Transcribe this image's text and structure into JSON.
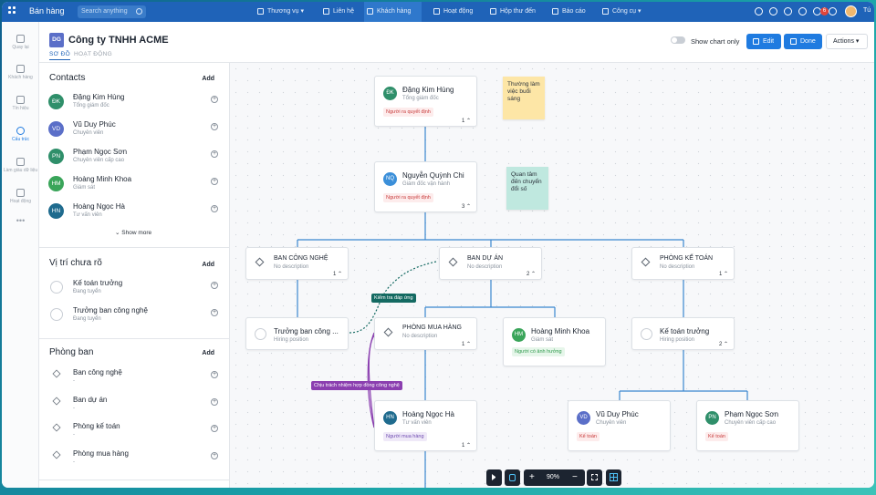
{
  "topbar": {
    "app_name": "Bán hàng",
    "search_placeholder": "Search anything",
    "nav": [
      {
        "label": "Thương vụ",
        "icon": "deal-icon"
      },
      {
        "label": "Liên hệ",
        "icon": "contact-icon"
      },
      {
        "label": "Khách hàng",
        "icon": "customer-icon"
      },
      {
        "label": "Hoạt động",
        "icon": "activity-icon"
      },
      {
        "label": "Hộp thư đến",
        "icon": "inbox-icon"
      },
      {
        "label": "Báo cáo",
        "icon": "report-icon"
      },
      {
        "label": "Công cụ",
        "icon": "tools-icon"
      }
    ],
    "notification_count": "6",
    "user_name": "Tú"
  },
  "rail": [
    {
      "label": "Quay lại"
    },
    {
      "label": "Khách hàng"
    },
    {
      "label": "Tín hiệu"
    },
    {
      "label": "Cấu trúc"
    },
    {
      "label": "Làm giàu dữ liệu"
    },
    {
      "label": "Hoạt động"
    }
  ],
  "header": {
    "logo_text": "DG",
    "title": "Công ty TNHH ACME",
    "tab_active": "SƠ ĐỒ",
    "tab_inactive": "HOẠT ĐỘNG",
    "toggle_label": "Show chart only",
    "edit_label": "Edit",
    "done_label": "Done",
    "actions_label": "Actions"
  },
  "panel": {
    "contacts_title": "Contacts",
    "add_label": "Add",
    "contacts": [
      {
        "initials": "ĐK",
        "name": "Đặng Kim Hùng",
        "role": "Tổng giám đốc",
        "color": "#2f8f6a"
      },
      {
        "initials": "VD",
        "name": "Vũ Duy Phúc",
        "role": "Chuyên viên",
        "color": "#5b6fc8"
      },
      {
        "initials": "PN",
        "name": "Phạm Ngọc Sơn",
        "role": "Chuyên viên cấp cao",
        "color": "#2f8f6a"
      },
      {
        "initials": "HM",
        "name": "Hoàng Minh Khoa",
        "role": "Giám sát",
        "color": "#3aa55a"
      },
      {
        "initials": "HN",
        "name": "Hoàng Ngọc Hà",
        "role": "Tư vấn viên",
        "color": "#1f6b8e"
      }
    ],
    "show_more": "Show more",
    "vacant_title": "Vị trí chưa rõ",
    "vacant": [
      {
        "name": "Kế toán trưởng",
        "status": "Đang tuyển"
      },
      {
        "name": "Trưởng ban công nghệ",
        "status": "Đang tuyển"
      }
    ],
    "dept_title": "Phòng ban",
    "departments": [
      {
        "name": "Ban công nghệ",
        "sub": "-"
      },
      {
        "name": "Ban dự án",
        "sub": "-"
      },
      {
        "name": "Phòng kế toán",
        "sub": "-"
      },
      {
        "name": "Phòng mua hàng",
        "sub": "-"
      }
    ]
  },
  "chart": {
    "ceo": {
      "initials": "ĐK",
      "name": "Đặng Kim Hùng",
      "role": "Tổng giám đốc",
      "tag": "Người ra quyết định",
      "count": "1"
    },
    "coo": {
      "initials": "NQ",
      "name": "Nguyễn Quỳnh Chi",
      "role": "Giám đốc vận hành",
      "tag": "Người ra quyết định",
      "count": "3"
    },
    "note1": "Thường làm việc buổi sáng",
    "note2": "Quan tâm đến chuyển đổi số",
    "dept_tech": {
      "name": "BAN CÔNG NGHỆ",
      "desc": "No description",
      "count": "1"
    },
    "dept_project": {
      "name": "BAN DỰ ÁN",
      "desc": "No description",
      "count": "2"
    },
    "dept_accounting": {
      "name": "PHÒNG KẾ TOÁN",
      "desc": "No description",
      "count": "1"
    },
    "dept_purchase": {
      "name": "PHÒNG MUA HÀNG",
      "desc": "No description",
      "count": "1"
    },
    "hire_tech": {
      "name": "Trưởng ban công ...",
      "role": "Hiring position"
    },
    "hire_acc": {
      "name": "Kế toán trưởng",
      "role": "Hiring position",
      "count": "2"
    },
    "khoa": {
      "initials": "HM",
      "name": "Hoàng Minh Khoa",
      "role": "Giám sát",
      "tag": "Người có ảnh hưởng"
    },
    "ha": {
      "initials": "HN",
      "name": "Hoàng Ngọc Hà",
      "role": "Tư vấn viên",
      "tag": "Người mua hàng",
      "count": "1"
    },
    "phuc": {
      "initials": "VD",
      "name": "Vũ Duy Phúc",
      "role": "Chuyên viên",
      "tag": "Kế toán"
    },
    "son": {
      "initials": "PN",
      "name": "Phạm Ngọc Sơn",
      "role": "Chuyên viên cấp cao",
      "tag": "Kế toán"
    },
    "edge1": "Kiểm tra đáp ứng",
    "edge2": "Chịu trách nhiệm hợp đồng công nghệ",
    "zoom": "90%"
  }
}
